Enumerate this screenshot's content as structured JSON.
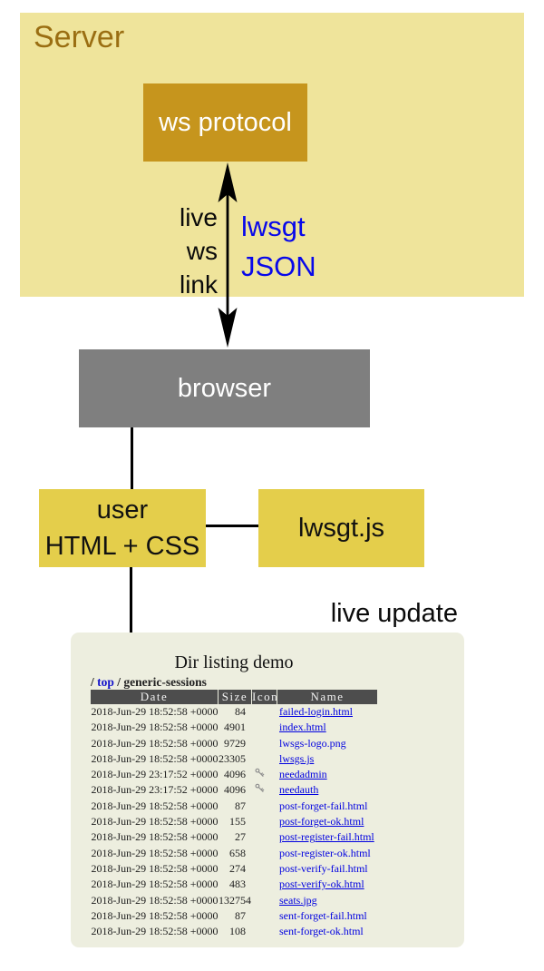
{
  "diagram": {
    "server": {
      "label": "Server"
    },
    "ws_protocol": {
      "label": "ws protocol"
    },
    "link_left_lines": [
      "live",
      "ws",
      "link"
    ],
    "link_right_lines": [
      "lwsgt",
      "JSON"
    ],
    "browser": {
      "label": "browser"
    },
    "user": {
      "line1": "user",
      "line2": "HTML + CSS"
    },
    "lwsgt_js": {
      "label": "lwsgt.js"
    },
    "live_update_label": "live update",
    "colors": {
      "server_bg": "#EFE49B",
      "server_text": "#9A6E12",
      "ws_protocol_bg": "#C6951D",
      "browser_bg": "#7F7F7F",
      "box_yellow": "#E4CE4B",
      "link_text_blue": "#0808EA",
      "table_header_bg": "#4D4D4D",
      "file_link_blue": "#0000E0"
    }
  },
  "dir_listing": {
    "title": "Dir listing demo",
    "breadcrumb": {
      "slash1": "/",
      "top_link": "top",
      "slash2": "/",
      "current": "generic-sessions"
    },
    "table": {
      "headers": [
        "Date",
        "Size",
        "Icon",
        "Name"
      ],
      "rows": [
        {
          "date": "2018-Jun-29 18:52:58 +0000",
          "size": "84",
          "icon": "",
          "name": "failed-login.html",
          "underline": true
        },
        {
          "date": "2018-Jun-29 18:52:58 +0000",
          "size": "4901",
          "icon": "",
          "name": "index.html",
          "underline": true
        },
        {
          "date": "2018-Jun-29 18:52:58 +0000",
          "size": "9729",
          "icon": "",
          "name": "lwsgs-logo.png",
          "underline": false
        },
        {
          "date": "2018-Jun-29 18:52:58 +0000",
          "size": "23305",
          "icon": "",
          "name": "lwsgs.js",
          "underline": true
        },
        {
          "date": "2018-Jun-29 23:17:52 +0000",
          "size": "4096",
          "icon": "key",
          "name": "needadmin",
          "underline": true
        },
        {
          "date": "2018-Jun-29 23:17:52 +0000",
          "size": "4096",
          "icon": "key",
          "name": "needauth",
          "underline": true
        },
        {
          "date": "2018-Jun-29 18:52:58 +0000",
          "size": "87",
          "icon": "",
          "name": "post-forget-fail.html",
          "underline": false
        },
        {
          "date": "2018-Jun-29 18:52:58 +0000",
          "size": "155",
          "icon": "",
          "name": "post-forget-ok.html",
          "underline": true
        },
        {
          "date": "2018-Jun-29 18:52:58 +0000",
          "size": "27",
          "icon": "",
          "name": "post-register-fail.html",
          "underline": true
        },
        {
          "date": "2018-Jun-29 18:52:58 +0000",
          "size": "658",
          "icon": "",
          "name": "post-register-ok.html",
          "underline": false
        },
        {
          "date": "2018-Jun-29 18:52:58 +0000",
          "size": "274",
          "icon": "",
          "name": "post-verify-fail.html",
          "underline": false
        },
        {
          "date": "2018-Jun-29 18:52:58 +0000",
          "size": "483",
          "icon": "",
          "name": "post-verify-ok.html",
          "underline": true
        },
        {
          "date": "2018-Jun-29 18:52:58 +0000",
          "size": "132754",
          "icon": "",
          "name": "seats.jpg",
          "underline": true
        },
        {
          "date": "2018-Jun-29 18:52:58 +0000",
          "size": "87",
          "icon": "",
          "name": "sent-forget-fail.html",
          "underline": false
        },
        {
          "date": "2018-Jun-29 18:52:58 +0000",
          "size": "108",
          "icon": "",
          "name": "sent-forget-ok.html",
          "underline": false
        }
      ]
    }
  }
}
